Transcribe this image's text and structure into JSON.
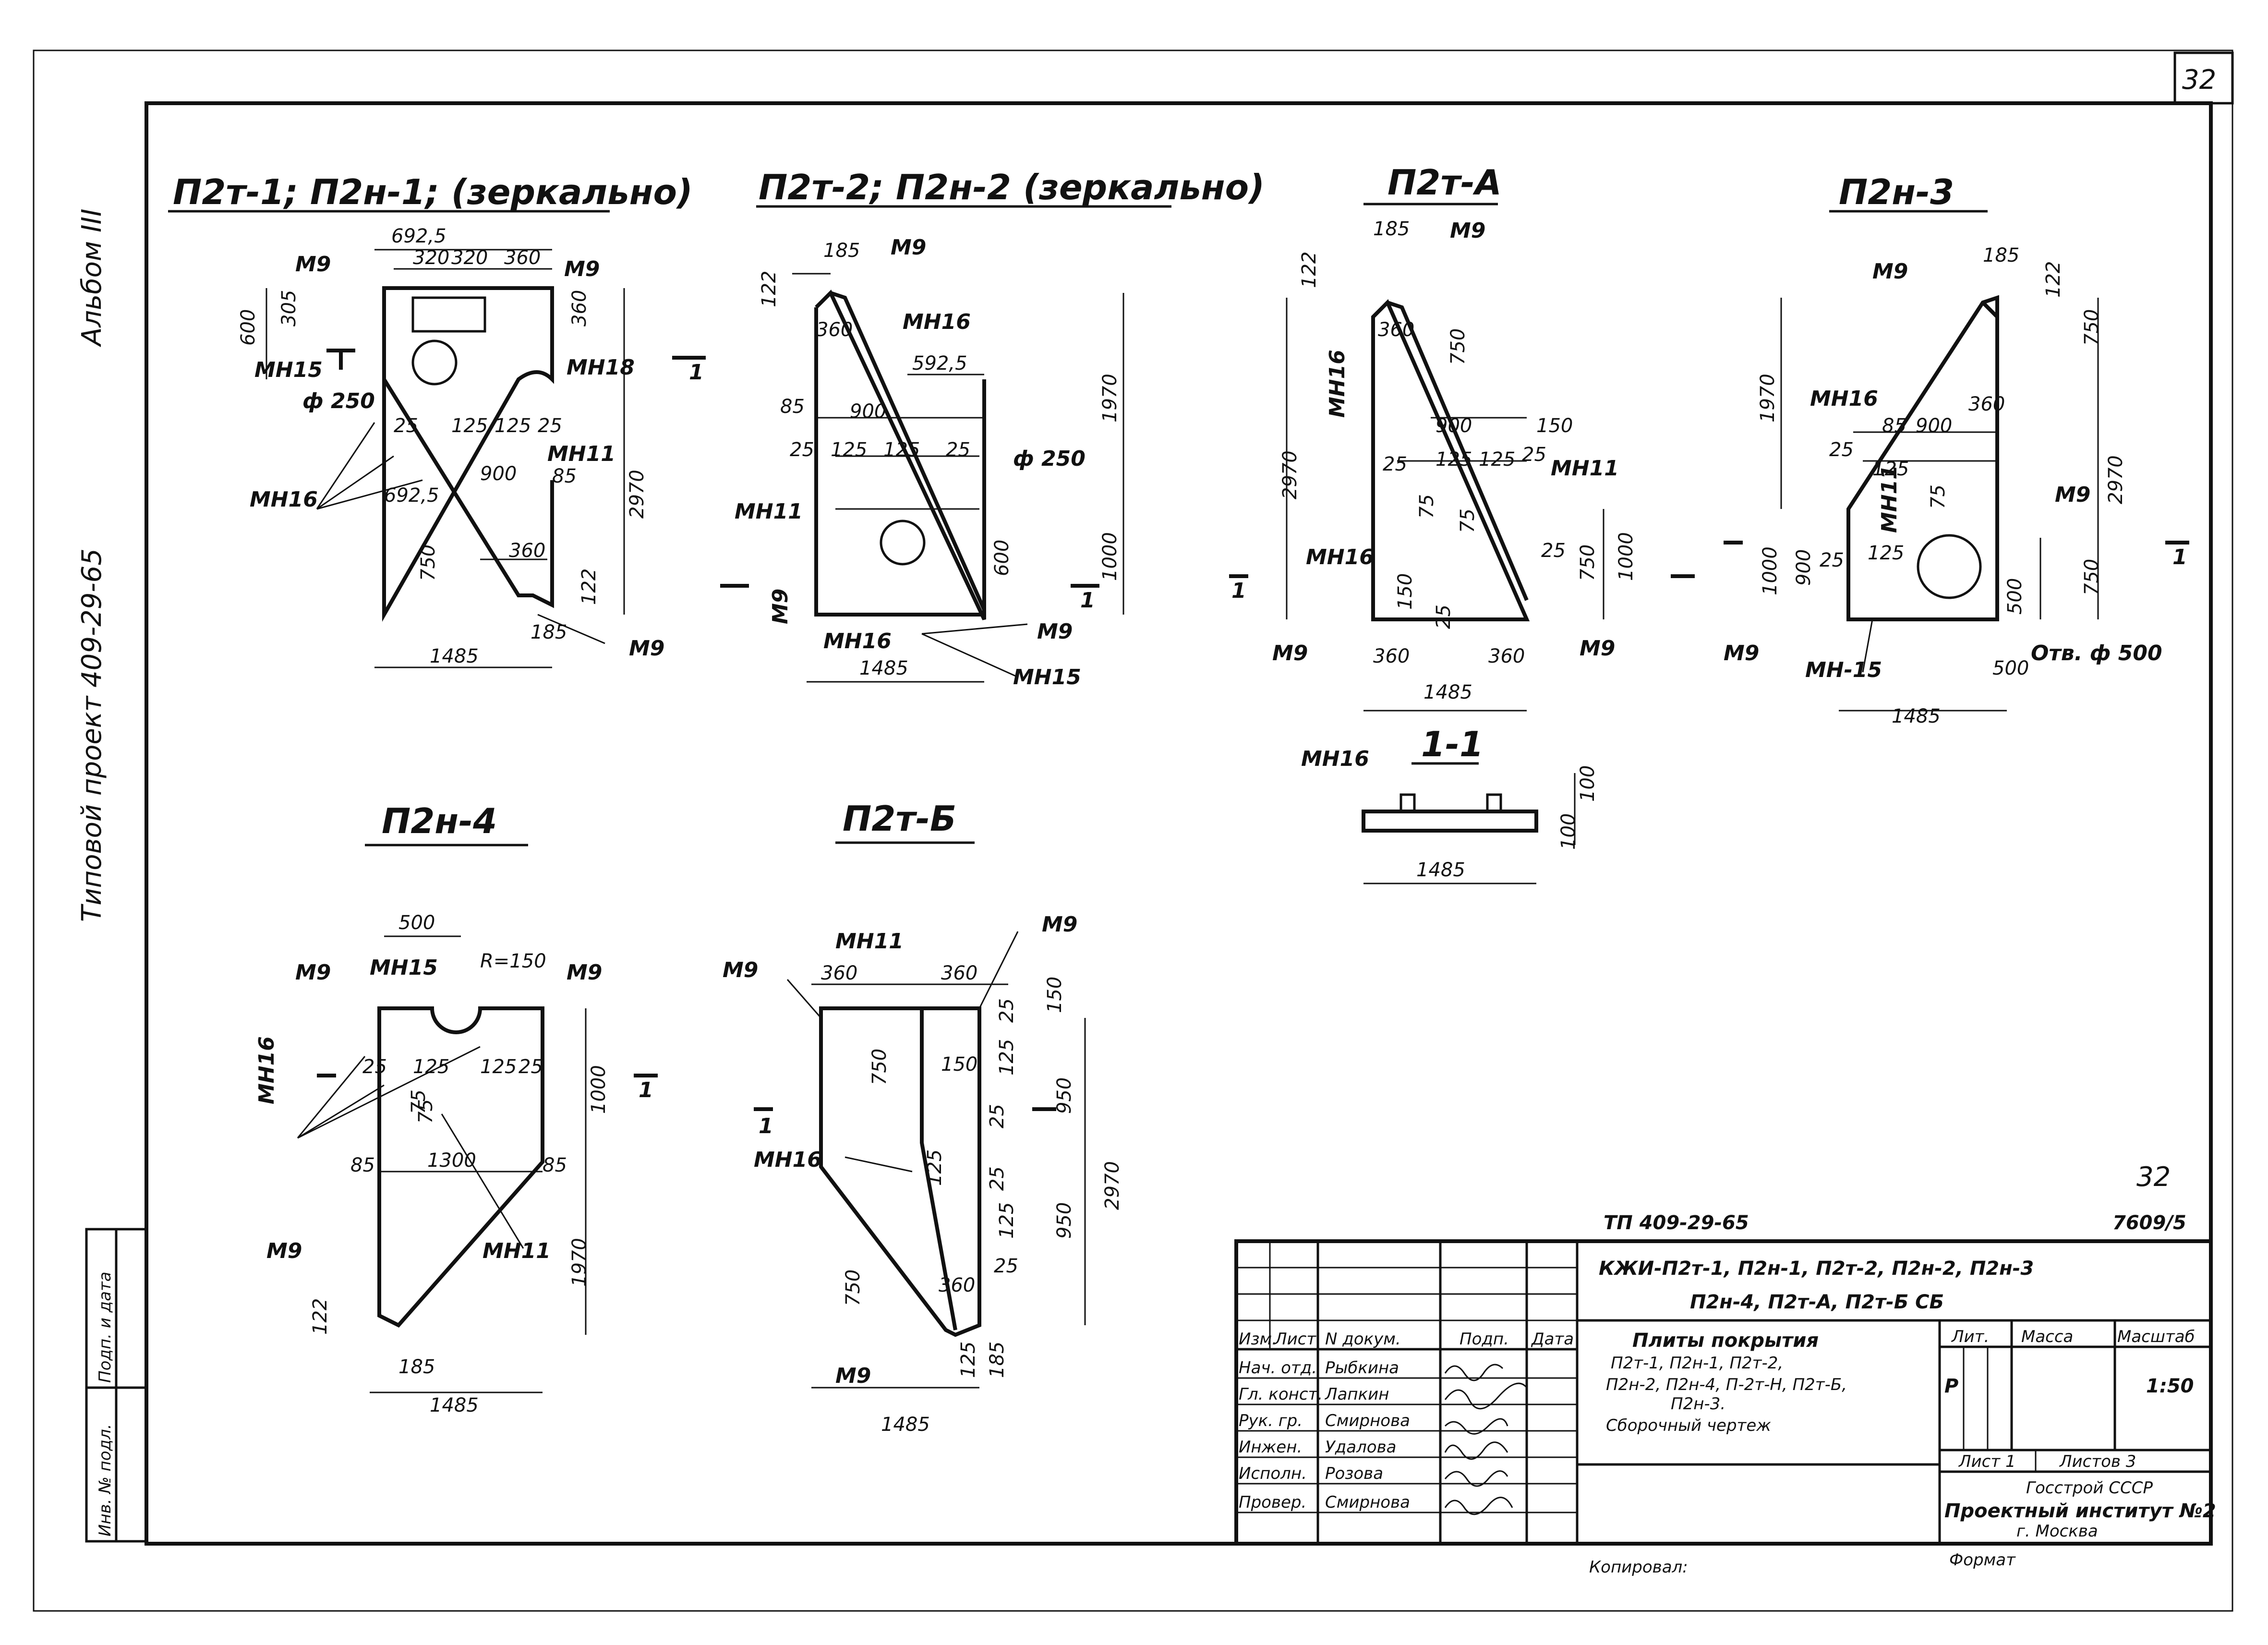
{
  "sheet": {
    "page_number_top": "32",
    "page_number_mid": "32",
    "side_album": "Альбом III",
    "side_project": "Типовой проект 409-29-65",
    "side_sign_date": "Подп. и дата",
    "side_inv": "Инв. № подл."
  },
  "panels": {
    "p1": {
      "title": "П2т-1; П2н-1; (зеркально)",
      "dims": [
        "692,5",
        "320",
        "320",
        "360",
        "305",
        "600",
        "360",
        "25",
        "125",
        "125",
        "25",
        "900",
        "85",
        "692,5",
        "2970",
        "360",
        "750",
        "122",
        "185",
        "1485"
      ],
      "marks": [
        "М9",
        "М9",
        "МН15",
        "ф 250",
        "МН18",
        "МН16",
        "МН11",
        "М9"
      ],
      "section": "1"
    },
    "p2": {
      "title": "П2т-2; П2н-2 (зеркально)",
      "dims": [
        "185",
        "122",
        "360",
        "592,5",
        "1970",
        "85",
        "900",
        "25",
        "125",
        "125",
        "25",
        "1000",
        "600",
        "1485"
      ],
      "marks": [
        "М9",
        "МН16",
        "ф 250",
        "МН11",
        "М9",
        "МН16",
        "М9",
        "МН15"
      ],
      "section": "1"
    },
    "pa": {
      "title": "П2т-А",
      "dims": [
        "185",
        "122",
        "360",
        "750",
        "2970",
        "900",
        "150",
        "25",
        "125",
        "125",
        "25",
        "75",
        "75",
        "25",
        "150",
        "25",
        "750",
        "1000",
        "360",
        "360",
        "1485"
      ],
      "marks": [
        "М9",
        "МН16",
        "МН11",
        "МН16",
        "М9",
        "М9"
      ],
      "section": "1"
    },
    "p3": {
      "title": "П2н-3",
      "dims": [
        "185",
        "122",
        "750",
        "1970",
        "360",
        "2970",
        "85",
        "900",
        "25",
        "125",
        "75",
        "900",
        "1000",
        "25",
        "125",
        "750",
        "500",
        "500",
        "1485"
      ],
      "marks": [
        "М9",
        "МН16",
        "МН11",
        "М9",
        "М9",
        "МН-15",
        "Отв. ф 500"
      ],
      "section": "1"
    },
    "s11": {
      "title": "1-1",
      "dims": [
        "100",
        "100",
        "1485"
      ],
      "marks": [
        "МН16"
      ]
    },
    "p4": {
      "title": "П2н-4",
      "dims": [
        "500",
        "R=150",
        "25",
        "125",
        "125",
        "25",
        "75",
        "75",
        "1000",
        "85",
        "1300",
        "85",
        "1970",
        "122",
        "185",
        "1485"
      ],
      "marks": [
        "М9",
        "МН15",
        "М9",
        "МН16",
        "М9",
        "МН11"
      ],
      "section": "1"
    },
    "pb": {
      "title": "П2т-Б",
      "dims": [
        "360",
        "360",
        "25",
        "150",
        "750",
        "150",
        "125",
        "950",
        "25",
        "125",
        "25",
        "2970",
        "125",
        "950",
        "25",
        "750",
        "360",
        "125",
        "185",
        "1485"
      ],
      "marks": [
        "М9",
        "МН11",
        "М9",
        "МН16",
        "М9"
      ],
      "section": "1"
    }
  },
  "title_block": {
    "project_code": "ТП 409-29-65",
    "sheet_code": "7609/5",
    "designation_line1": "КЖИ-П2т-1, П2н-1, П2т-2, П2н-2, П2н-3",
    "designation_line2": "П2н-4, П2т-А, П2т-Б СБ",
    "product_title": "Плиты покрытия",
    "product_list1": "П2т-1, П2н-1, П2т-2,",
    "product_list2": "П2н-2, П2н-4, П-2т-Н, П2т-Б,",
    "product_list3": "П2н-3.",
    "doc_type": "Сборочный чертеж",
    "col_headers": [
      "Изм.",
      "Лист",
      "N докум.",
      "Подп.",
      "Дата"
    ],
    "roles": [
      {
        "role": "Нач. отд.",
        "name": "Рыбкина"
      },
      {
        "role": "Гл. конст.",
        "name": "Лапкин"
      },
      {
        "role": "Рук. гр.",
        "name": "Смирнова"
      },
      {
        "role": "Инжен.",
        "name": "Удалова"
      },
      {
        "role": "Исполн.",
        "name": "Розова"
      },
      {
        "role": "Провер.",
        "name": "Смирнова"
      }
    ],
    "lit_header": "Лит.",
    "mass_header": "Масса",
    "scale_header": "Масштаб",
    "lit_value": "Р",
    "scale_value": "1:50",
    "sheet_label": "Лист 1",
    "sheets_label": "Листов 3",
    "org1": "Госстрой СССР",
    "org2": "Проектный институт №2",
    "org3": "г. Москва",
    "copied": "Копировал:",
    "format": "Формат"
  }
}
